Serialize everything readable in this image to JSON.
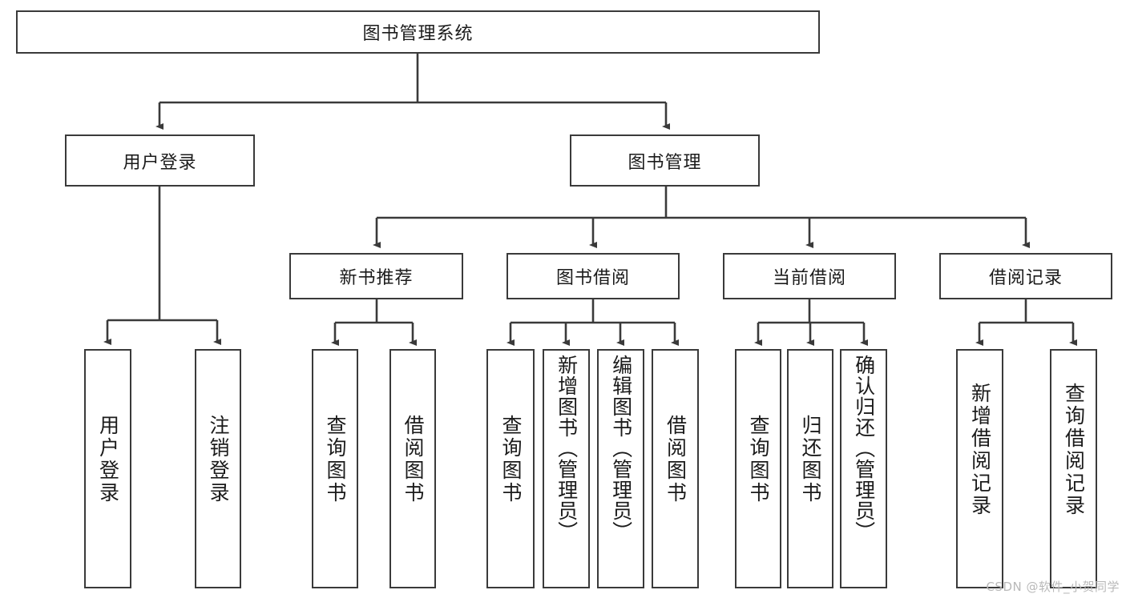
{
  "diagram": {
    "type": "hierarchy-tree",
    "title": "图书管理系统",
    "root": {
      "label": "图书管理系统"
    },
    "level2": [
      {
        "label": "用户登录"
      },
      {
        "label": "图书管理"
      }
    ],
    "level3": [
      {
        "label": "新书推荐"
      },
      {
        "label": "图书借阅"
      },
      {
        "label": "当前借阅"
      },
      {
        "label": "借阅记录"
      }
    ],
    "leaves": {
      "user_login": [
        {
          "label": "用户登录"
        },
        {
          "label": "注销登录"
        }
      ],
      "new_book_recommend": [
        {
          "label": "查询图书"
        },
        {
          "label": "借阅图书"
        }
      ],
      "book_borrow": [
        {
          "label": "查询图书"
        },
        {
          "label": "新增图书（管理员）"
        },
        {
          "label": "编辑图书（管理员）"
        },
        {
          "label": "借阅图书"
        }
      ],
      "current_borrow": [
        {
          "label": "查询图书"
        },
        {
          "label": "归还图书"
        },
        {
          "label": "确认归还（管理员）"
        }
      ],
      "borrow_record": [
        {
          "label": "新增借阅记录"
        },
        {
          "label": "查询借阅记录"
        }
      ]
    }
  },
  "watermark": {
    "text": "CSDN @软件_小贺同学"
  },
  "colors": {
    "stroke": "#3a3a3a",
    "text": "#1b1b1b",
    "background": "#ffffff",
    "watermark": "#b9b9b9"
  }
}
